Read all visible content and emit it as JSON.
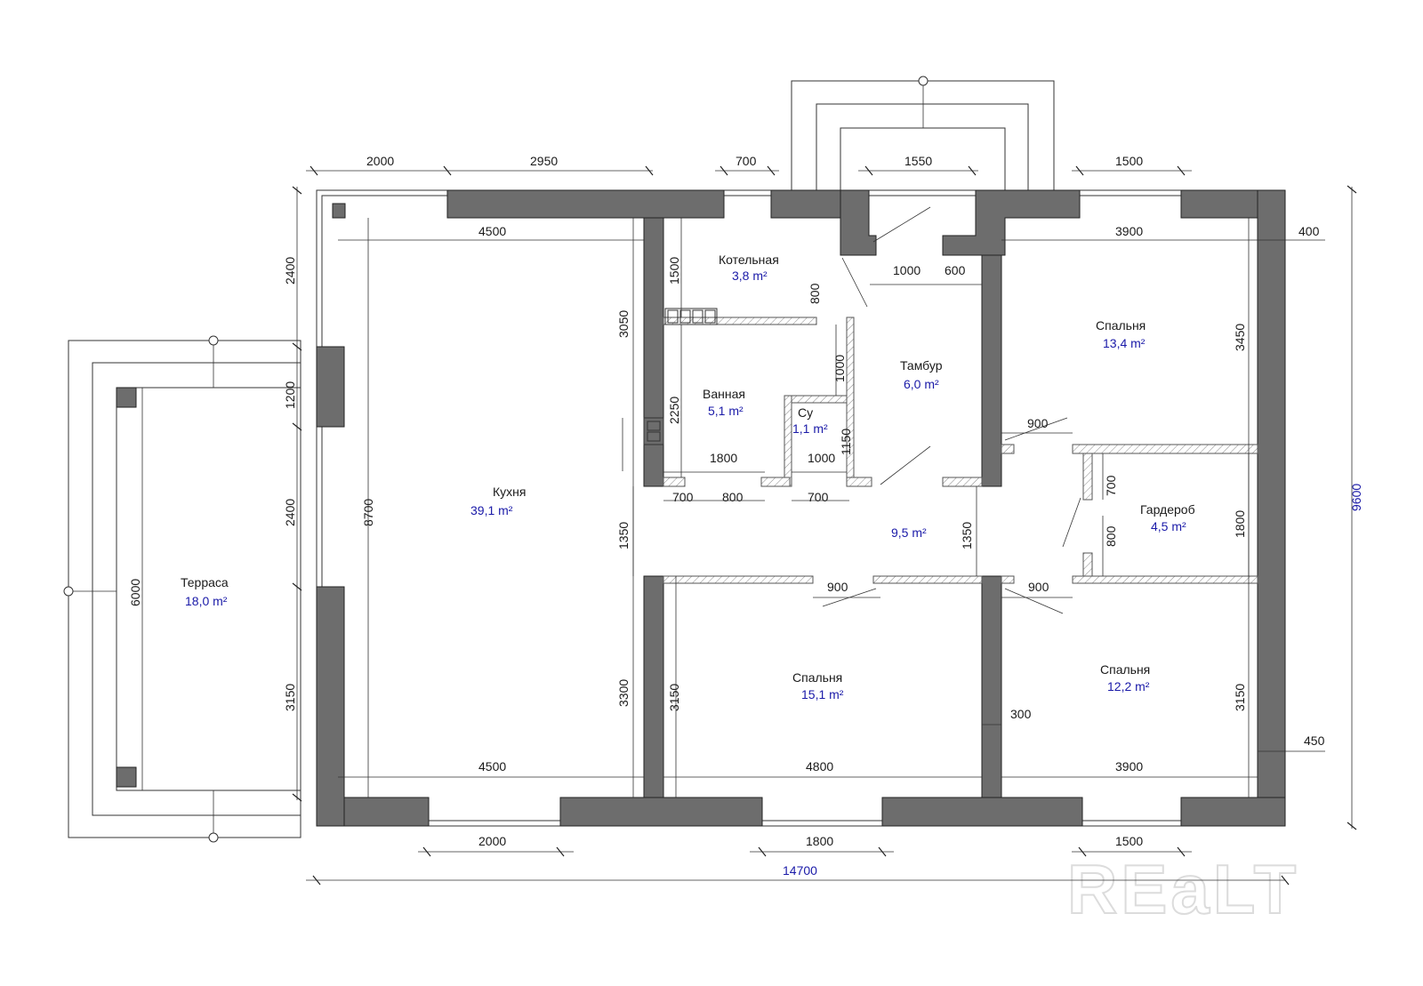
{
  "rooms": {
    "kitchen": {
      "name": "Кухня",
      "area": "39,1 m²"
    },
    "boiler": {
      "name": "Котельная",
      "area": "3,8 m²"
    },
    "bath": {
      "name": "Ванная",
      "area": "5,1 m²"
    },
    "wc": {
      "name": "Су",
      "area": "1,1 m²"
    },
    "vestibule": {
      "name": "Тамбур",
      "area": "6,0 m²"
    },
    "hall": {
      "name": "",
      "area": "9,5 m²"
    },
    "bedroom_ne": {
      "name": "Спальня",
      "area": "13,4 m²"
    },
    "wardrobe": {
      "name": "Гардероб",
      "area": "4,5 m²"
    },
    "bedroom_s": {
      "name": "Спальня",
      "area": "15,1 m²"
    },
    "bedroom_se": {
      "name": "Спальня",
      "area": "12,2 m²"
    },
    "terrace": {
      "name": "Терраса",
      "area": "18,0 m²"
    }
  },
  "dimensions": {
    "top_2000": "2000",
    "top_2950": "2950",
    "top_700": "700",
    "top_1550": "1550",
    "top_1500": "1500",
    "in_4500_top": "4500",
    "in_3900_top": "3900",
    "in_400": "400",
    "in_1000": "1000",
    "in_600": "600",
    "in_1500_v": "1500",
    "in_800_v": "800",
    "in_3050": "3050",
    "in_1000_v": "1000",
    "in_2250": "2250",
    "in_1150": "1150",
    "in_1800_bath": "1800",
    "in_1000_wc": "1000",
    "in_700_a": "700",
    "in_800_a": "800",
    "in_700_b": "700",
    "in_900_ne": "900",
    "in_700_wr": "700",
    "in_800_wr": "800",
    "in_1800_wr": "1800",
    "in_3450": "3450",
    "in_1350_l": "1350",
    "in_1350_r": "1350",
    "in_900_s": "900",
    "in_900_se": "900",
    "in_3300": "3300",
    "in_3150_a": "3150",
    "in_3150_b": "3150",
    "in_300": "300",
    "in_450": "450",
    "in_4500_bot": "4500",
    "in_4800": "4800",
    "in_3900_bot": "3900",
    "in_8700": "8700",
    "left_2400_a": "2400",
    "left_1200": "1200",
    "left_2400_b": "2400",
    "left_3150": "3150",
    "terr_6000": "6000",
    "bot_2000": "2000",
    "bot_1800": "1800",
    "bot_1500": "1500",
    "total_14700": "14700",
    "total_9600": "9600"
  },
  "watermark": "REaLT",
  "colors": {
    "wall": "#6d6d6d",
    "area_text": "#1a1aa8",
    "line": "#333333"
  }
}
